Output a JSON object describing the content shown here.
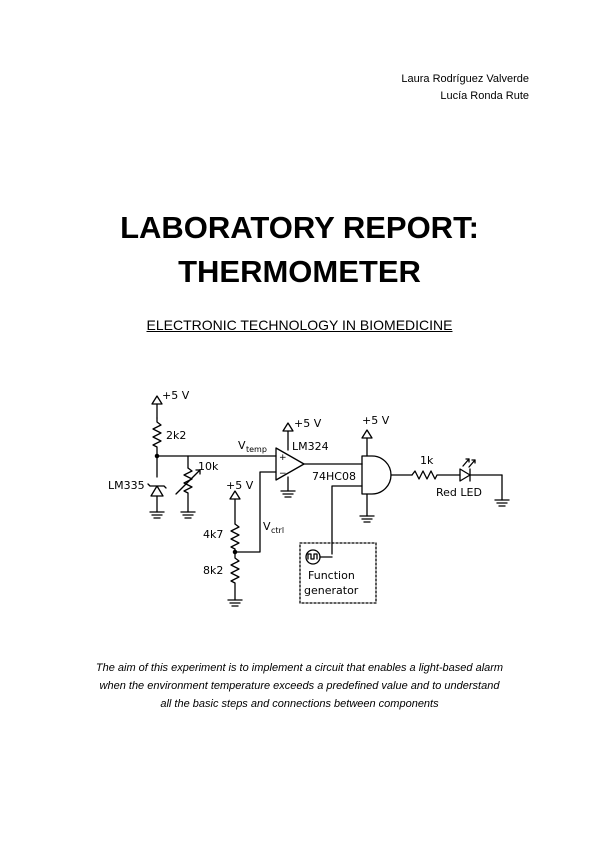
{
  "authors": [
    "Laura Rodríguez Valverde",
    "Lucía Ronda Rute"
  ],
  "title": [
    "LABORATORY REPORT:",
    "THERMOMETER"
  ],
  "subtitle": "ELECTRONIC TECHNOLOGY IN BIOMEDICINE",
  "schematic": {
    "labels": {
      "vcc1": "+5 V",
      "r_top": "2k2",
      "v_temp_main": "V",
      "v_temp_sub": "temp",
      "pot": "10k",
      "sensor": "LM335",
      "vcc2": "+5 V",
      "r_mid": "4k7",
      "r_low": "8k2",
      "v_ctrl_main": "V",
      "v_ctrl_sub": "ctrl",
      "vcc_opamp": "+5 V",
      "opamp": "LM324",
      "plus": "+",
      "minus": "−",
      "vcc_gate": "+5 V",
      "gate": "74HC08",
      "r_led": "1k",
      "led": "Red LED",
      "fg_line1": "Function",
      "fg_line2": "generator"
    }
  },
  "abstract": [
    "The aim of this experiment is to implement a circuit that enables a light-based alarm",
    "when the environment temperature exceeds a predefined value and to understand",
    "all the basic steps and connections between components"
  ]
}
